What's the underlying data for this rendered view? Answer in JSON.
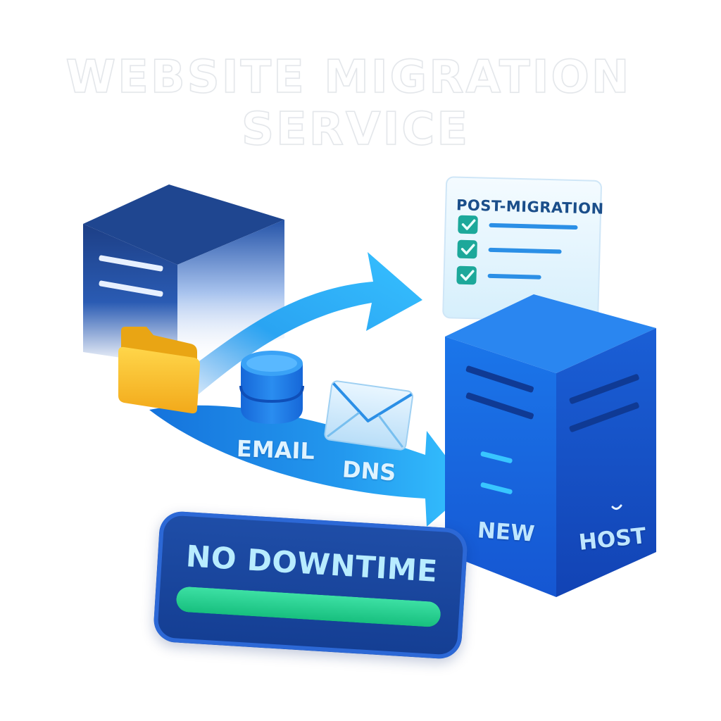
{
  "title": {
    "line1": "WEBSITE MIGRATION",
    "line2": "SERVICE"
  },
  "checklist": {
    "title": "POST-MIGRATION",
    "items_checked": 3
  },
  "flow": {
    "labels": {
      "email": "EMAIL",
      "dns": "DNS"
    }
  },
  "new_server": {
    "label_front": "NEW",
    "label_side": "HOST"
  },
  "badge": {
    "text": "NO DOWNTIME",
    "progress": 1.0
  },
  "colors": {
    "old_server": "#1f4690",
    "new_server": "#1a6ae0",
    "arrow": "#2ba8f0",
    "folder": "#f6c02c",
    "check": "#1ca89a",
    "progress": "#22c98a"
  },
  "icons": [
    "folder-icon",
    "database-icon",
    "envelope-icon",
    "check-icon"
  ]
}
